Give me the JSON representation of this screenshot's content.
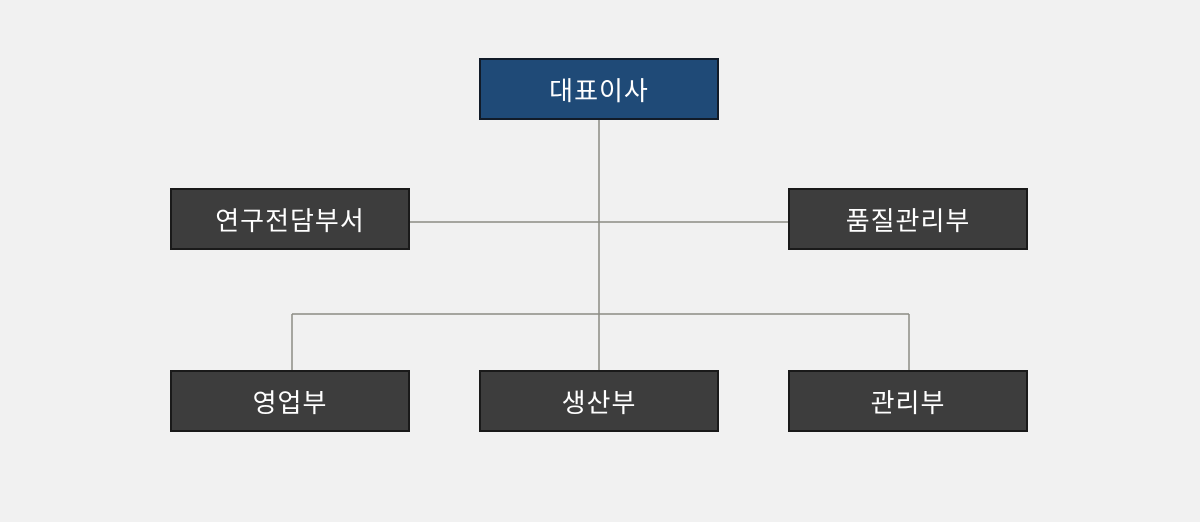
{
  "org_chart": {
    "ceo": "대표이사",
    "staff_left": "연구전담부서",
    "staff_right": "품질관리부",
    "departments": [
      "영업부",
      "생산부",
      "관리부"
    ]
  },
  "colors": {
    "background": "#f1f1f1",
    "ceo_box": "#1f4a77",
    "department_box": "#3d3d3d",
    "connector": "#8c8c84",
    "text": "#ffffff"
  }
}
